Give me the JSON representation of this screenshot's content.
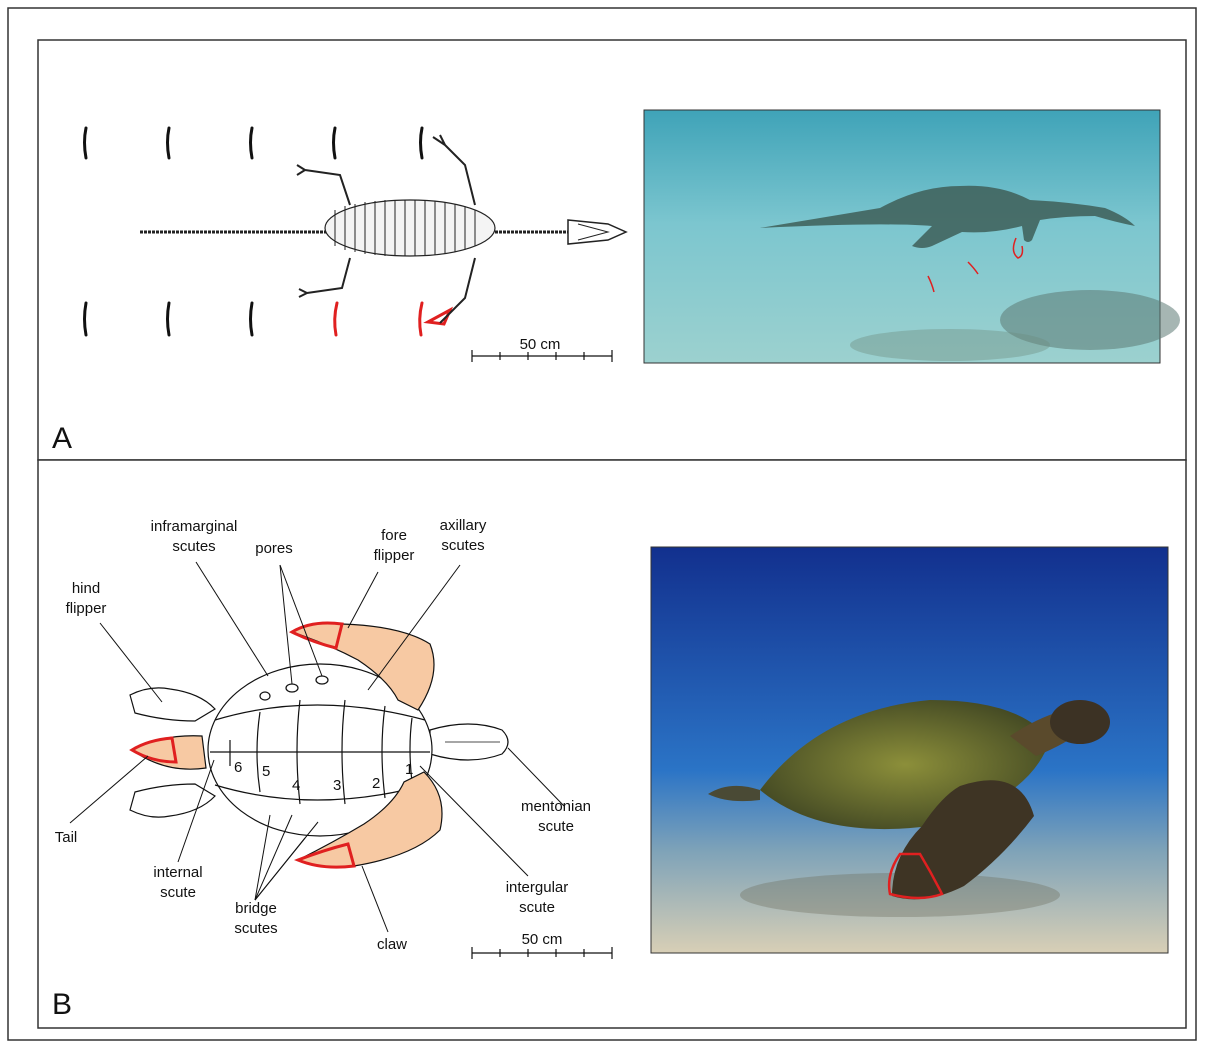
{
  "panel_a": {
    "letter": "A",
    "scale_bar_label": "50 cm"
  },
  "panel_b": {
    "letter": "B",
    "scale_bar_label": "50 cm",
    "labels": {
      "inframarginal_1": "inframarginal",
      "inframarginal_2": "scutes",
      "pores": "pores",
      "fore_flipper_1": "fore",
      "fore_flipper_2": "flipper",
      "axillary_1": "axillary",
      "axillary_2": "scutes",
      "hind_flipper_1": "hind",
      "hind_flipper_2": "flipper",
      "tail": "Tail",
      "internal_1": "internal",
      "internal_2": "scute",
      "bridge_1": "bridge",
      "bridge_2": "scutes",
      "claw": "claw",
      "mentonian_1": "mentonian",
      "mentonian_2": "scute",
      "intergular_1": "intergular",
      "intergular_2": "scute"
    },
    "scute_numbers": [
      "1",
      "2",
      "3",
      "4",
      "5",
      "6"
    ]
  },
  "colors": {
    "highlight_red": "#e02020",
    "flipper_fill": "#f7c9a3",
    "border": "#333333"
  }
}
